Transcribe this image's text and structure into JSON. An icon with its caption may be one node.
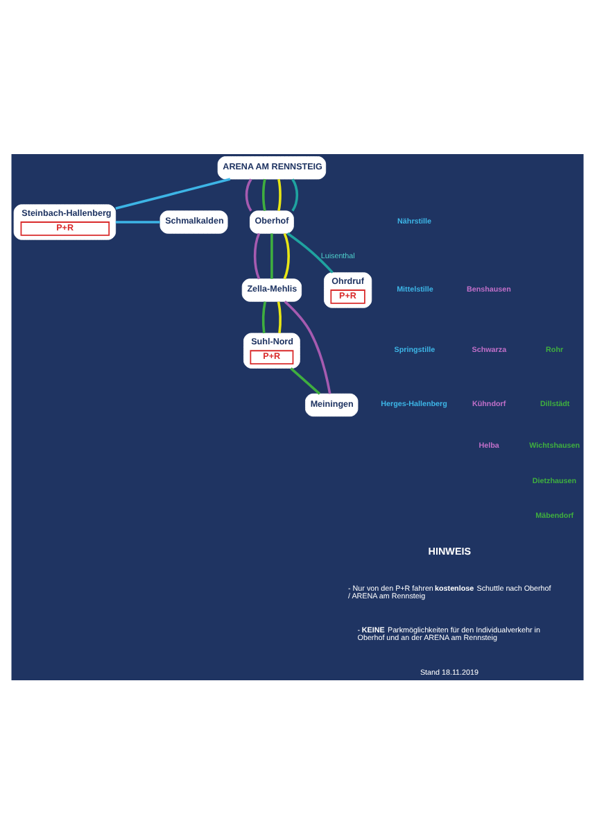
{
  "diagram": {
    "nodes": [
      {
        "text": [
          "ARENA AM RENNSTEIG"
        ]
      },
      {
        "text": [
          "Schmalkalden"
        ]
      },
      {
        "text": [
          "Steinbach-Hallenberg",
          "P+R"
        ]
      },
      {
        "text": [
          "Oberhof"
        ]
      },
      {
        "text": [
          "Ohrdruf",
          "P+R"
        ]
      },
      {
        "text": [
          "Zella-Mehlis"
        ]
      },
      {
        "text": [
          "Suhl-Nord",
          "P+R"
        ]
      },
      {
        "text": [
          "Meiningen"
        ]
      }
    ],
    "edges": [
      {
        "from": 1,
        "to": 2,
        "arrow": "none",
        "color": "#3db5e6"
      },
      {
        "from": 0,
        "to": 2,
        "arrow": "none",
        "color": "#3db5e6"
      },
      {
        "from": 0,
        "to": 3,
        "arrow": "none",
        "color": "#a65bb0"
      },
      {
        "from": 0,
        "to": 3,
        "arrow": "none",
        "color": "#3fae3f"
      },
      {
        "from": 0,
        "to": 3,
        "arrow": "none",
        "color": "#e8e615"
      },
      {
        "from": 0,
        "to": 3,
        "arrow": "none",
        "color": "#1fa3a0"
      },
      {
        "from": 3,
        "to": 4,
        "label": "Luisenthal",
        "arrow": "none",
        "color": "#1fa3a0"
      },
      {
        "from": 3,
        "to": 5,
        "arrow": "none",
        "color": "#a65bb0"
      },
      {
        "from": 3,
        "to": 5,
        "arrow": "none",
        "color": "#3fae3f"
      },
      {
        "from": 3,
        "to": 5,
        "arrow": "none",
        "color": "#e8e615"
      },
      {
        "from": 5,
        "to": 7,
        "arrow": "none",
        "color": "#a65bb0"
      },
      {
        "from": 5,
        "to": 6,
        "arrow": "none",
        "color": "#3fae3f"
      },
      {
        "from": 5,
        "to": 6,
        "arrow": "none",
        "color": "#e8e615"
      },
      {
        "from": 6,
        "to": 7,
        "arrow": "none",
        "color": "#3fae3f"
      }
    ],
    "labels": [
      "Nährstille",
      "Mittelstille",
      "Springstille",
      "Herges-Hallenberg",
      "Benshausen",
      "Schwarza",
      "Kühndorf",
      "Helba",
      "Rohr",
      "Dillstädt",
      "Wichtshausen",
      "Dietzhausen",
      "Mäbendorf",
      "HINWEIS",
      "- Nur von den P+R fahren **kostenlose** Schuttle nach Oberhof / ARENA am Rennsteig",
      "- **KEINE** Parkmöglichkeiten für den Individualverkehr in Oberhof und an der ARENA am Rennsteig",
      "Stand 18.11.2019"
    ]
  }
}
